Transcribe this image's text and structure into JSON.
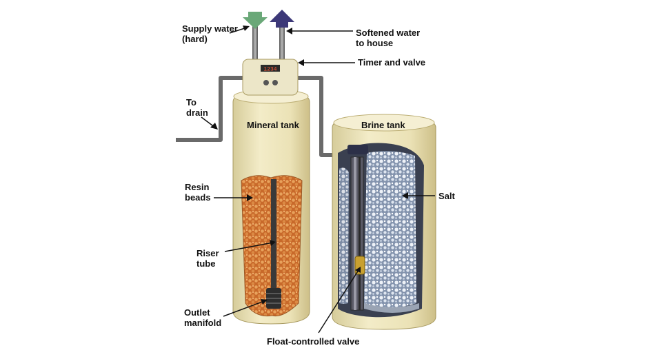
{
  "labels": {
    "supply_water": "Supply water\n(hard)",
    "softened_water": "Softened water\nto house",
    "timer_valve": "Timer and valve",
    "to_drain": "To\ndrain",
    "mineral_tank": "Mineral tank",
    "brine_tank": "Brine tank",
    "resin_beads": "Resin\nbeads",
    "salt": "Salt",
    "riser_tube": "Riser\ntube",
    "outlet_manifold": "Outlet\nmanifold",
    "float_valve": "Float-controlled valve"
  },
  "timer_display": "1234",
  "colors": {
    "tank_body": "#eee6bc",
    "tank_top": "#f4efd2",
    "resin": "#d8803a",
    "salt": "#9fb0c8",
    "pipe": "#7a7a7a",
    "inlet_arrow": "#6aa878",
    "outlet_arrow": "#3c3878",
    "float": "#c8a030"
  }
}
